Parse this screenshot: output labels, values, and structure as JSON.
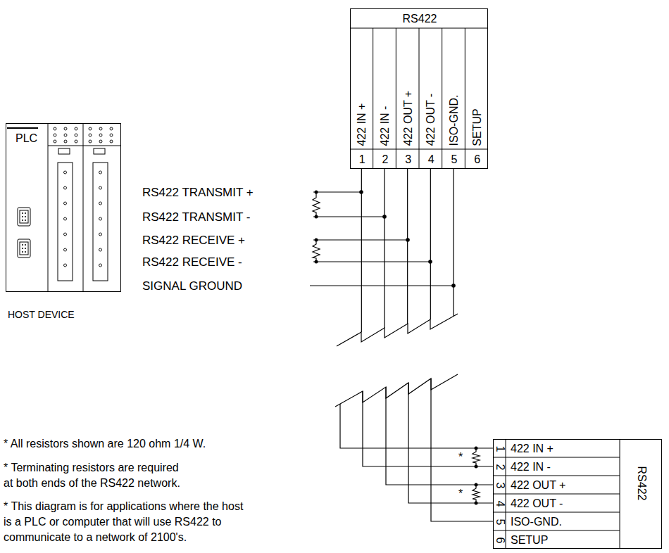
{
  "diagram": {
    "nodes": [
      {
        "text": [
          "PLC",
          "HOST DEVICE"
        ]
      },
      {
        "text": [
          "RS422",
          "422 IN +",
          "422 IN -",
          "422 OUT +",
          "422 OUT -",
          "ISO-GND.",
          "SETUP",
          "1",
          "2",
          "3",
          "4",
          "5",
          "6"
        ]
      },
      {
        "text": [
          "RS422",
          "422 IN +",
          "422 IN -",
          "422 OUT +",
          "422 OUT -",
          "ISO-GND.",
          "SETUP",
          "1",
          "2",
          "3",
          "4",
          "5",
          "6"
        ]
      }
    ],
    "edges": [
      {
        "from": 1,
        "to": 2,
        "arrow": "none"
      },
      {
        "from": 1,
        "to": 2,
        "arrow": "none"
      },
      {
        "from": 1,
        "to": 2,
        "arrow": "none"
      },
      {
        "from": 1,
        "to": 2,
        "arrow": "none"
      },
      {
        "from": 1,
        "to": 2,
        "arrow": "none"
      }
    ],
    "labels": [
      "RS422 TRANSMIT +",
      "RS422 TRANSMIT -",
      "RS422 RECEIVE +",
      "RS422 RECEIVE -",
      "SIGNAL GROUND",
      "*",
      "*",
      "* All resistors shown are 120 ohm 1/4 W.",
      "* Terminating resistors are required at both ends of the RS422 network.",
      "* This diagram is for applications where the host is a PLC or computer that will use RS422 to communicate to a network of 2100's."
    ]
  }
}
